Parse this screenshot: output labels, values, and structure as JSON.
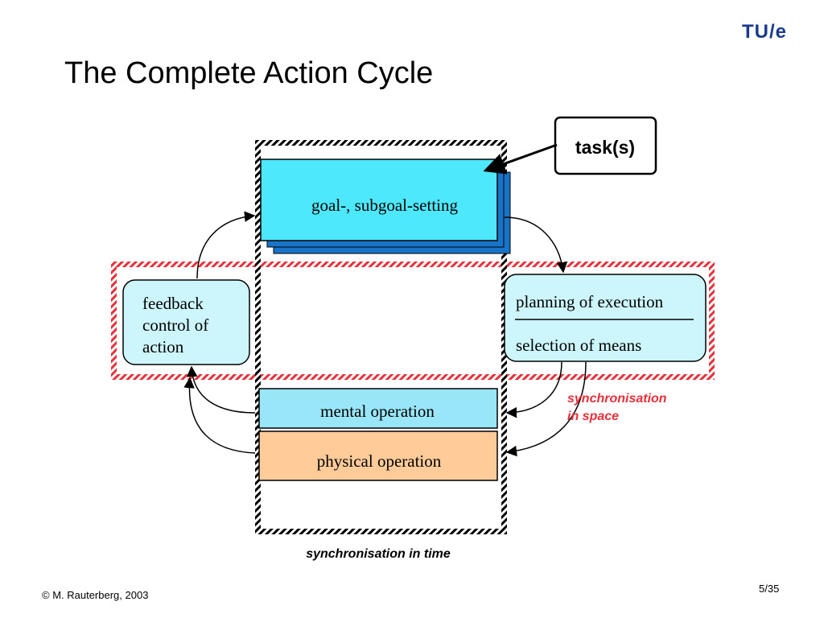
{
  "header": {
    "logo_text": "TU/e",
    "title": "The Complete Action Cycle"
  },
  "diagram": {
    "task_label": "task(s)",
    "goal_label": "goal-, subgoal-setting",
    "feedback_lines": [
      "feedback",
      "control of",
      "action"
    ],
    "planning_label": "planning of execution",
    "selection_label": "selection of means",
    "mental_label": "mental operation",
    "physical_label": "physical operation",
    "sync_space_lines": [
      "synchronisation",
      "in space"
    ],
    "sync_time_label": "synchronisation in time"
  },
  "colors": {
    "goal_fill": "#4de8fc",
    "goal_back": "#1874c8",
    "node_fill": "#ccf6fc",
    "mental_fill": "#99e6f8",
    "physical_fill": "#ffcc99",
    "sync_red": "#e8303a",
    "logo_blue": "#1a3a8c"
  },
  "footer": {
    "copyright": "© M. Rauterberg, 2003",
    "page": "5/35"
  }
}
